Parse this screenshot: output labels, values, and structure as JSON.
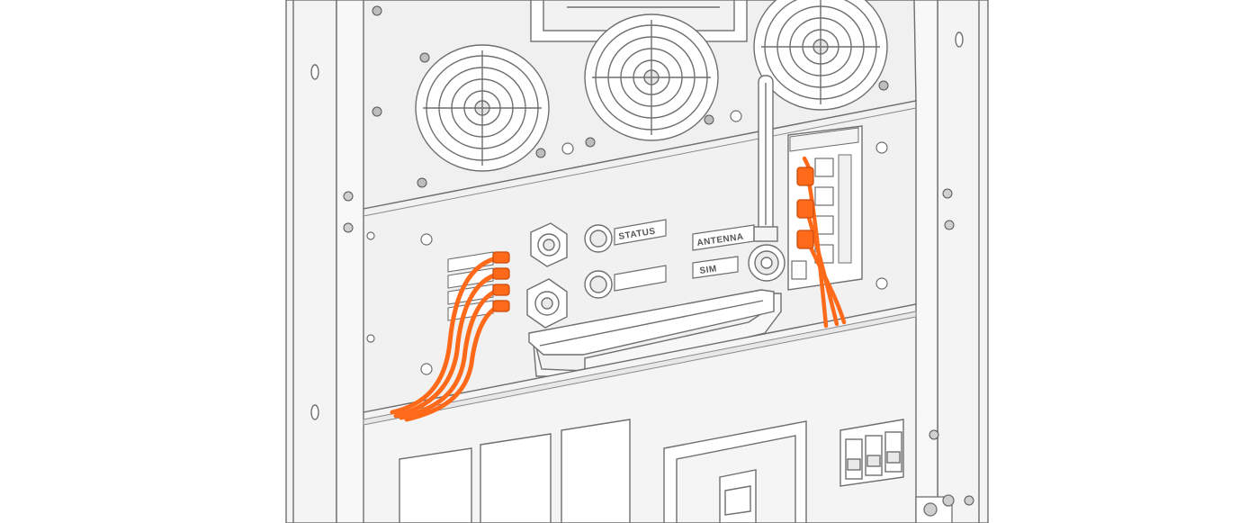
{
  "labels": {
    "status": "STATUS",
    "antenna": "ANTENNA",
    "sim": "SIM"
  },
  "colors": {
    "cable": "#ff6a1a",
    "cable_dark": "#c94a0a",
    "line": "#6f6f6f",
    "panel": "#f1f1f1",
    "cabinet": "#f7f7f7",
    "background": "#ffffff"
  },
  "icons": {
    "fan": "fan-grille-icon",
    "led": "indicator-lamp-icon",
    "connector": "rj45-port-icon",
    "breaker": "circuit-breaker-icon"
  }
}
